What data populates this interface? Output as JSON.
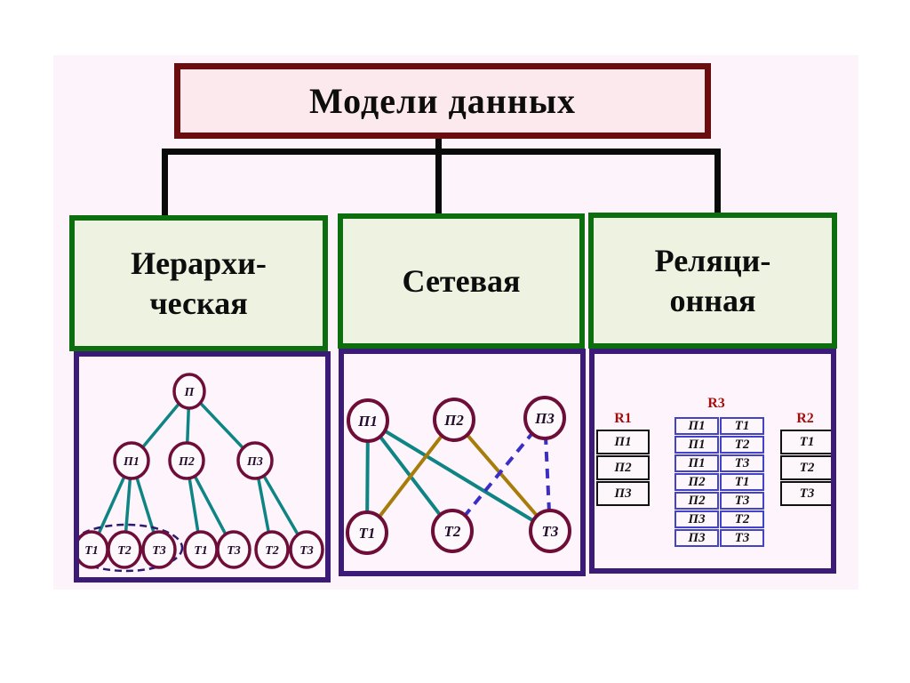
{
  "title_box": {
    "label": "Модели данных"
  },
  "categories": [
    {
      "line1": "Иерархи-",
      "line2": "ческая"
    },
    {
      "line1": "Сетевая",
      "line2": ""
    },
    {
      "line1": "Реляци-",
      "line2": "онная"
    }
  ],
  "hierarchical": {
    "root": "П",
    "level2": [
      "П1",
      "П2",
      "П3"
    ],
    "leaves_p1": [
      "Т1",
      "Т2",
      "Т3"
    ],
    "leaves_p2": [
      "Т1",
      "Т3"
    ],
    "leaves_p3": [
      "Т2",
      "Т3"
    ]
  },
  "network": {
    "top": [
      "П1",
      "П2",
      "П3"
    ],
    "bottom": [
      "Т1",
      "Т2",
      "Т3"
    ]
  },
  "relational": {
    "r1": {
      "label": "R1",
      "rows": [
        "П1",
        "П2",
        "П3"
      ]
    },
    "r3": {
      "label": "R3",
      "rows": [
        [
          "П1",
          "Т1"
        ],
        [
          "П1",
          "Т2"
        ],
        [
          "П1",
          "Т3"
        ],
        [
          "П2",
          "Т1"
        ],
        [
          "П2",
          "Т3"
        ],
        [
          "П3",
          "Т2"
        ],
        [
          "П3",
          "Т3"
        ]
      ]
    },
    "r2": {
      "label": "R2",
      "rows": [
        "Т1",
        "Т2",
        "Т3"
      ]
    }
  },
  "colors": {
    "panel_background": "#fdf3fa",
    "title_border": "#6b0d0e",
    "title_fill": "#fbe9ed",
    "category_border": "#0d6e0d",
    "category_fill": "#edf2e1",
    "diagram_border": "#3c1a78",
    "node_stroke": "#6e0e38",
    "tree_edge": "#0f8484",
    "network_edge_p1": "#0f8484",
    "network_edge_p2": "#a87c0a",
    "network_edge_p3": "#3a2ec5",
    "group_ellipse": "#2a1a70",
    "connector": "#0a0a0a",
    "table_label": "#a50d0d",
    "r3_table_border": "#4343c8"
  }
}
